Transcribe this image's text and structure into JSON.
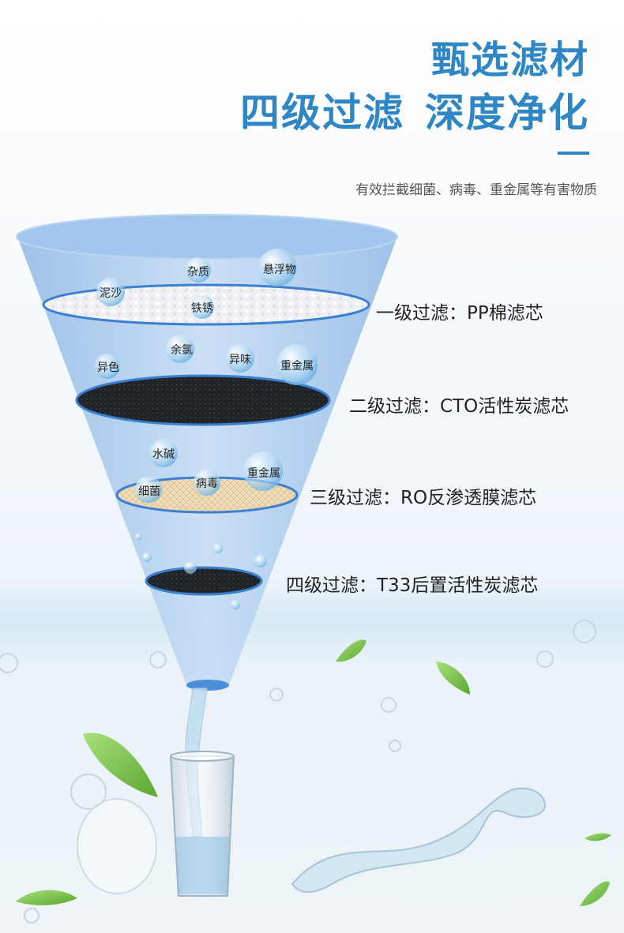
{
  "header": {
    "title_line1": "甄选滤材",
    "title_line2_part1": "四级过滤",
    "title_line2_part2": "深度净化",
    "subtitle": "有效拦截细菌、病毒、重金属等有害物质"
  },
  "stages": [
    {
      "label": "一级过滤：PP棉滤芯"
    },
    {
      "label": "二级过滤：CTO活性炭滤芯"
    },
    {
      "label": "三级过滤：RO反渗透膜滤芯"
    },
    {
      "label": "四级过滤：T33后置活性炭滤芯"
    }
  ],
  "impurities": {
    "stage1": [
      "泥沙",
      "杂质",
      "悬浮物",
      "铁锈"
    ],
    "stage2": [
      "异色",
      "余氯",
      "异味",
      "重金属"
    ],
    "stage3": [
      "水碱",
      "细菌",
      "病毒",
      "重金属"
    ]
  },
  "colors": {
    "accent": "#2f86c4",
    "funnel": "#a9c9ec",
    "funnel_edge": "#3a7fd0"
  }
}
